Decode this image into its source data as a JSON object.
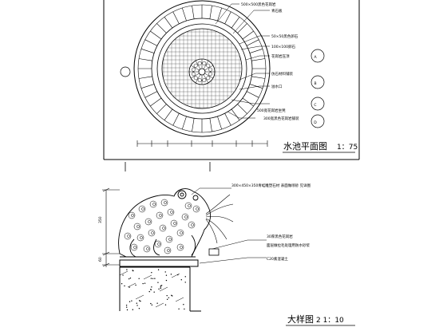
{
  "plan_view": {
    "title": "水池平面图",
    "scale": "1：75",
    "callouts": [
      "500×500黑色花岗岩",
      "青石板",
      "50×50黑色卵石",
      "100×100卵石",
      "花岗岩压顶",
      "仿石材料铺装",
      "溢水口",
      "300宽黑色花岗岩铺装",
      "500宽花岗岩坐凳"
    ],
    "section_markers": [
      "A",
      "B",
      "C",
      "D"
    ]
  },
  "detail_view": {
    "title": "大样图",
    "scale": "2 1：10",
    "note_top": "300×450×350青蛙雕塑石材 表面做喷砂 见详图",
    "note_mid_1": "30厚黑色花岗岩",
    "note_mid_2": "面层做拉毛处理用防水砂浆",
    "note_bottom": "C20素混凝土",
    "dim_height": "350",
    "dim_base": "60"
  },
  "colors": {
    "line": "#000000",
    "background": "#ffffff",
    "grid": "#555555"
  }
}
